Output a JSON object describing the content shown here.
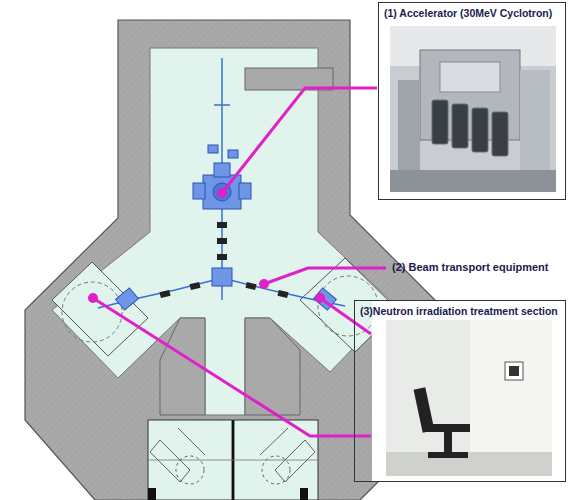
{
  "diagram": {
    "nodes": [
      {
        "text": [
          "(1) Accelerator (30MeV Cyclotron)"
        ]
      },
      {
        "text": [
          "(3)Neutron irradiation treatment section"
        ]
      }
    ],
    "labels": [
      "(2) Beam transport equipment"
    ]
  }
}
